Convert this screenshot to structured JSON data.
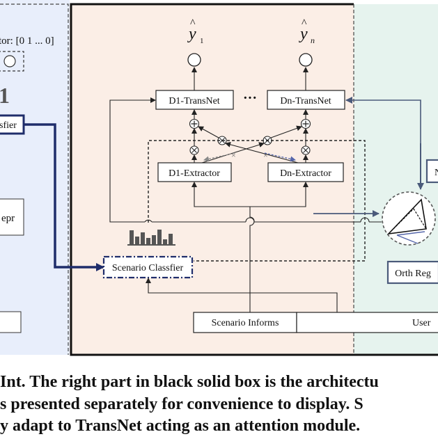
{
  "left_panel": {
    "vector_label": "tor:  [0 1 ... 0]",
    "classifier_fragment": "sfier",
    "repr_fragment": "epr",
    "bars_fragment": "1"
  },
  "center_panel": {
    "output_first": "y",
    "output_first_sub": "1",
    "output_last": "y",
    "output_last_sub": "n",
    "hat": "^",
    "transnet_first": "D1-TransNet",
    "transnet_last": "Dn-TransNet",
    "ellipsis": "···",
    "extractor_first": "D1-Extractor",
    "extractor_last": "Dn-Extractor",
    "scenario_classifier": "Scenario Classfier",
    "scenario_informs": "Scenario Informs",
    "plus_glyph": "⊕",
    "times_glyph": "⊗",
    "cross_glyph": "×"
  },
  "right_panel": {
    "orth_reg": "Orth Reg",
    "user_fragment": "User",
    "n_fragment": "N"
  },
  "caption": {
    "line1": "Int. The right part in black solid box is the architectu",
    "line2": "s presented separately for convenience to display. S",
    "line3": "y adapt to TransNet acting as an attention module."
  },
  "colors": {
    "left_bg": "#e8eefb",
    "center_bg": "#fbeee6",
    "right_bg": "#e6f3ee",
    "navy": "#1f2d6b",
    "slate": "#4a5a7a"
  }
}
